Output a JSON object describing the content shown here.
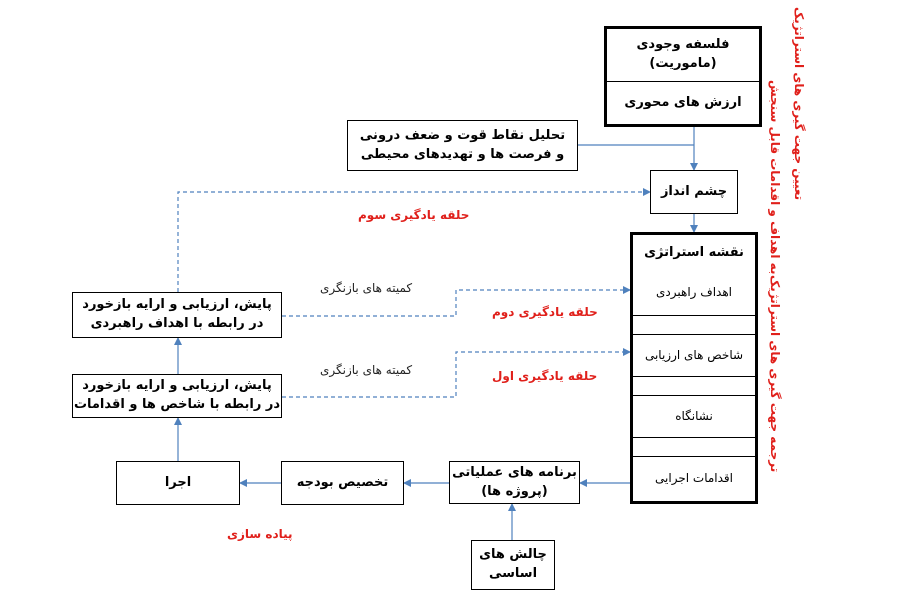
{
  "boxes": {
    "mission": "فلسفه وجودی (ماموریت)",
    "core_values": "ارزش های محوری",
    "swot_line1": "تحلیل نقاط قوت و ضعف درونی",
    "swot_line2": "و فرصت ها و تهدیدهای محیطی",
    "vision": "چشم انداز",
    "strategy_map": "نقشه استراتژی",
    "strategic_goals": "اهداف راهبردی",
    "indicators": "شاخص های ارزیابی",
    "targets": "نشانگاه",
    "initiatives": "اقدامات اجرایی",
    "monitor_goals_line1": "پایش، ارزیابی و ارایه بازخورد",
    "monitor_goals_line2": "در رابطه با اهداف راهبردی",
    "monitor_ind_line1": "پایش، ارزیابی و ارایه بازخورد",
    "monitor_ind_line2": "در رابطه با شاخص ها و اقدامات",
    "execution": "اجرا",
    "budget": "تخصیص بودجه",
    "ops_line1": "برنامه های عملیاتی",
    "ops_line2": "(پروژه ها)",
    "challenges_line1": "چالش های",
    "challenges_line2": "اساسی"
  },
  "labels": {
    "loop3": "حلقه یادگیری سوم",
    "loop2": "حلقه یادگیری دوم",
    "loop1": "حلقه یادگیری اول",
    "committee_top": "کمیته های بازنگری",
    "committee_bottom": "کمیته های بازنگری",
    "implementation": "پیاده سازی",
    "side_top": "تعیین جهت گیری های استراتژیک",
    "side_bottom_line1": "ترجمه جهت گیری های استراتژیک",
    "side_bottom_line2": "به اهداف و اقدامات قابل سنجش"
  },
  "colors": {
    "arrow": "#4f81bd",
    "accent": "#e0201b",
    "border": "#000000"
  }
}
